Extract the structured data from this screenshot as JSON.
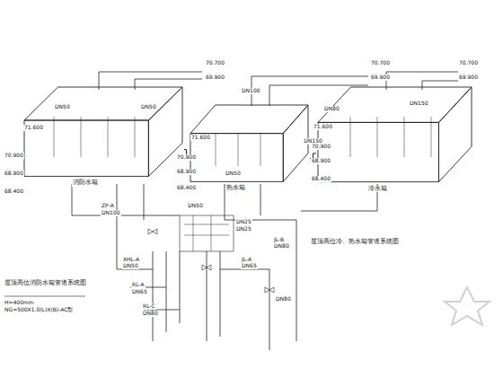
{
  "diagram": {
    "nodes": [
      {
        "text": [
          "消防水箱"
        ]
      },
      {
        "text": [
          "热水箱"
        ]
      },
      {
        "text": [
          "冷水箱"
        ]
      }
    ],
    "edges": [
      {
        "from": 0,
        "to": 1,
        "arrow": "none"
      },
      {
        "from": 1,
        "to": 2,
        "label": "DN150",
        "arrow": "none"
      }
    ],
    "labels": [
      "70.700",
      "69.900",
      "71.600",
      "70.900",
      "68.900",
      "68.400",
      "70.700",
      "69.900",
      "71.600",
      "70.900",
      "68.900",
      "68.400",
      "70.700",
      "69.900",
      "71.600",
      "70.900",
      "68.900",
      "68.400",
      "DN50",
      "DN50",
      "DN100",
      "DN80",
      "DN150",
      "DN50",
      "ZP-A",
      "DN100",
      "XHL-A",
      "DN50",
      "RL-A",
      "DN65",
      "RL-C",
      "DN80",
      "JL-A",
      "DN65",
      "JL-B",
      "DN80",
      "DN25",
      "DN25",
      "DN80",
      "DN50",
      "屋顶高位消防水箱管道系统图",
      "屋顶高位冷、热水箱管道系统图",
      "H=400mm",
      "NG=500X1.0(L)X(B)-AC型"
    ]
  }
}
